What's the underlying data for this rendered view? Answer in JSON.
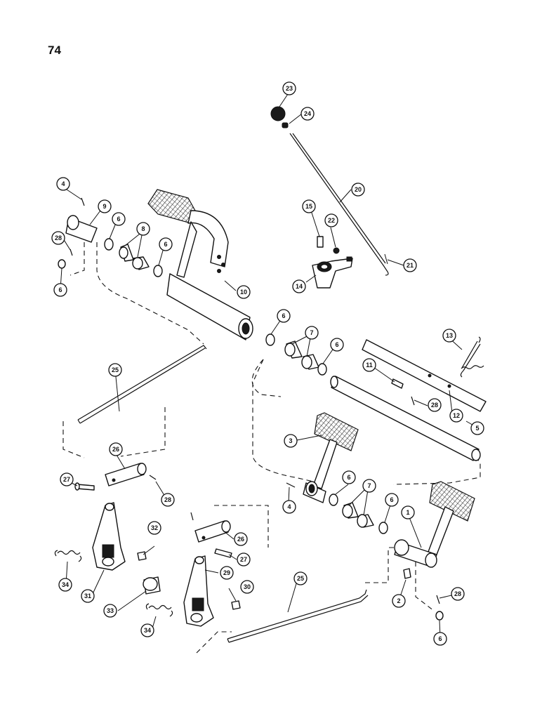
{
  "page": {
    "number": "74"
  },
  "callouts": {
    "c1": "1",
    "c2": "2",
    "c3": "3",
    "c4a": "4",
    "c4b": "4",
    "c5": "5",
    "c6a": "6",
    "c6b": "6",
    "c6c": "6",
    "c6d": "6",
    "c6e": "6",
    "c6f": "6",
    "c6g": "6",
    "c6h": "6",
    "c7a": "7",
    "c7b": "7",
    "c8": "8",
    "c9": "9",
    "c10": "10",
    "c11": "11",
    "c12": "12",
    "c13": "13",
    "c14": "14",
    "c15": "15",
    "c20": "20",
    "c21": "21",
    "c22": "22",
    "c23": "23",
    "c24": "24",
    "c25a": "25",
    "c25b": "25",
    "c26a": "26",
    "c26b": "26",
    "c27a": "27",
    "c27b": "27",
    "c28a": "28",
    "c28b": "28",
    "c28c": "28",
    "c28d": "28",
    "c29": "29",
    "c30": "30",
    "c31": "31",
    "c32": "32",
    "c33": "33",
    "c34a": "34",
    "c34b": "34"
  },
  "icons": {
    "pedal_pad": "cross-hatched-tread-icon"
  }
}
